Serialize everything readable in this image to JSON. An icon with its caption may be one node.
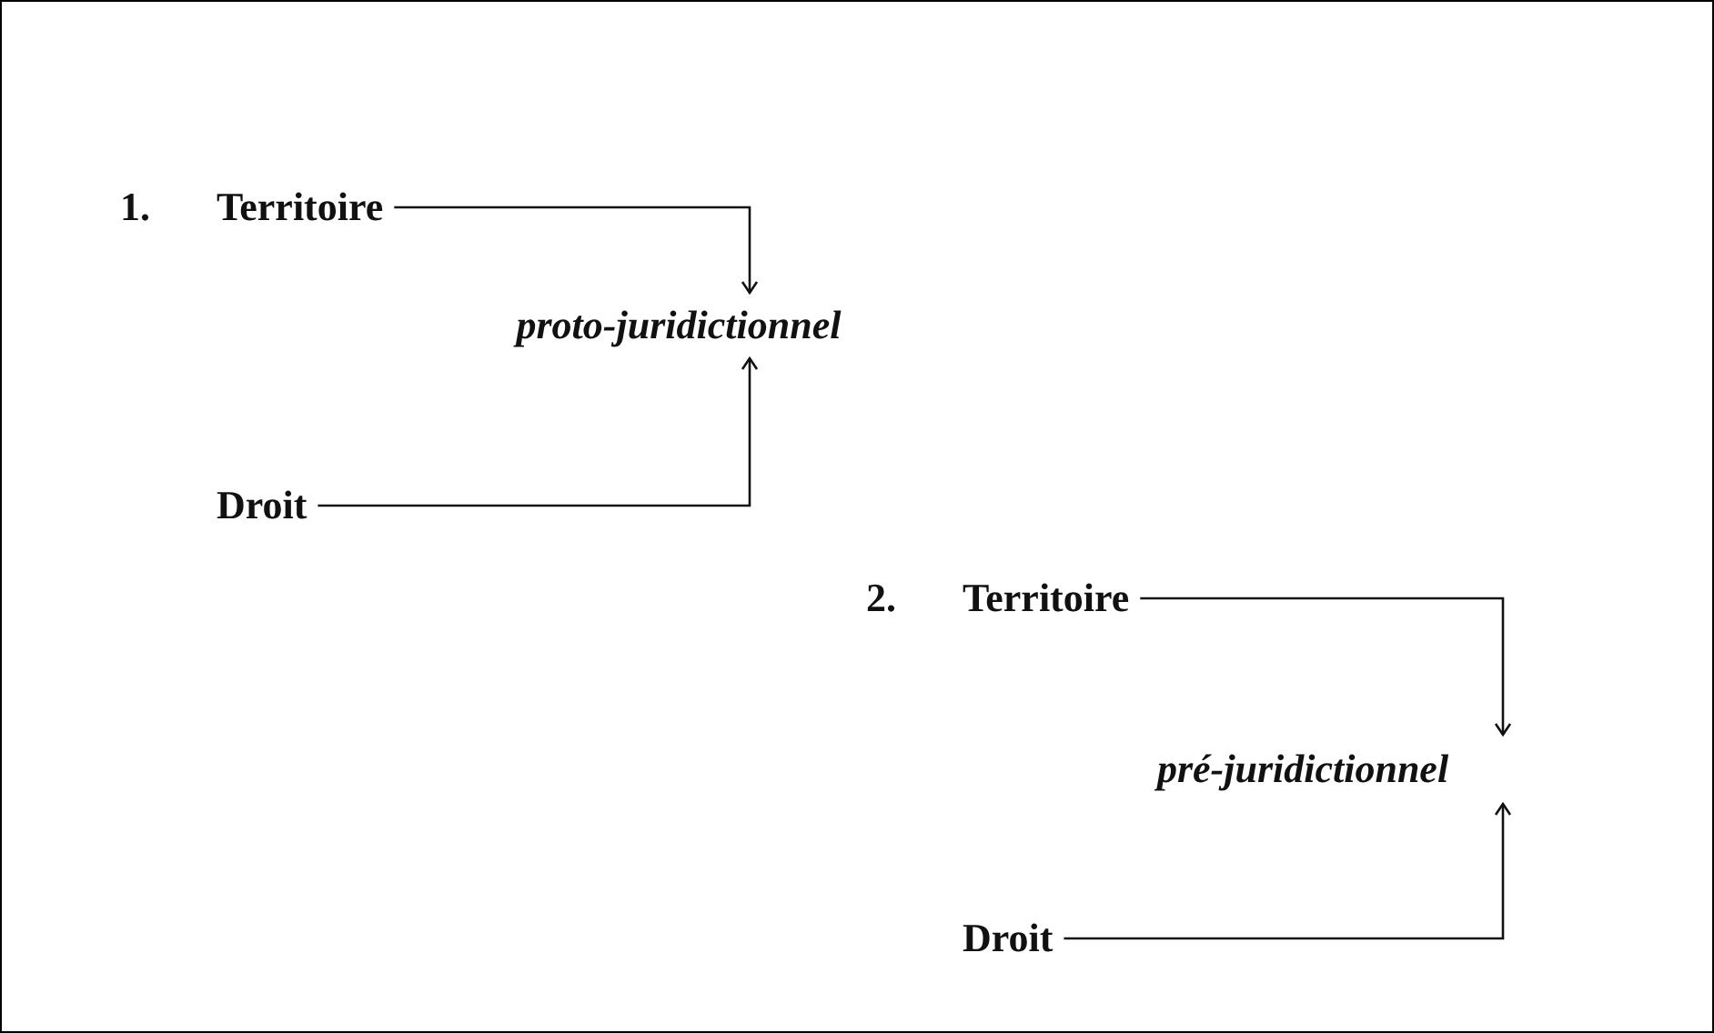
{
  "diagram": {
    "nodes": [
      {
        "text": [
          "Territoire"
        ]
      },
      {
        "text": [
          "proto-juridictionnel"
        ]
      },
      {
        "text": [
          "Droit"
        ]
      },
      {
        "text": [
          "Territoire"
        ]
      },
      {
        "text": [
          "pré-juridictionnel"
        ]
      },
      {
        "text": [
          "Droit"
        ]
      }
    ],
    "edges": [
      {
        "from": 0,
        "to": 1,
        "arrow": "to"
      },
      {
        "from": 2,
        "to": 1,
        "arrow": "to"
      },
      {
        "from": 3,
        "to": 4,
        "arrow": "to"
      },
      {
        "from": 5,
        "to": 4,
        "arrow": "to"
      }
    ],
    "labels": [
      "1.",
      "2."
    ]
  }
}
